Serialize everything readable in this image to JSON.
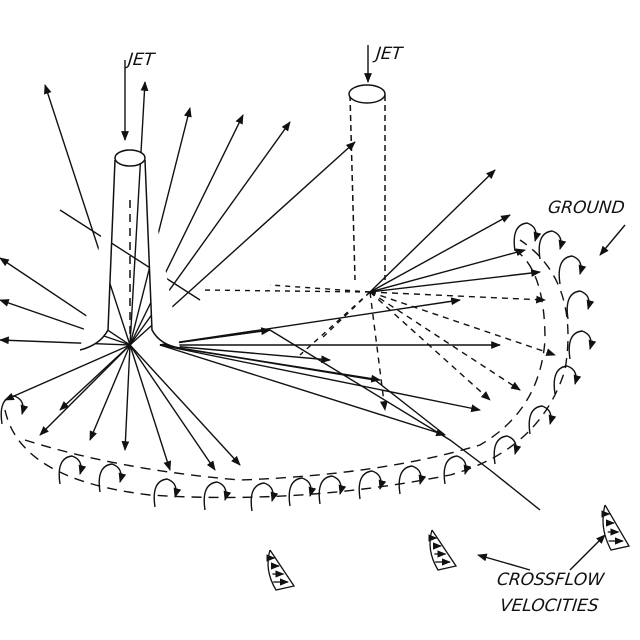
{
  "labels": {
    "jet_left": "JET",
    "jet_right": "JET",
    "ground": "GROUND",
    "crossflow_line1": "CROSSFLOW",
    "crossflow_line2": "VELOCITIES"
  },
  "colors": {
    "ink": "#111111",
    "background": "#ffffff"
  }
}
